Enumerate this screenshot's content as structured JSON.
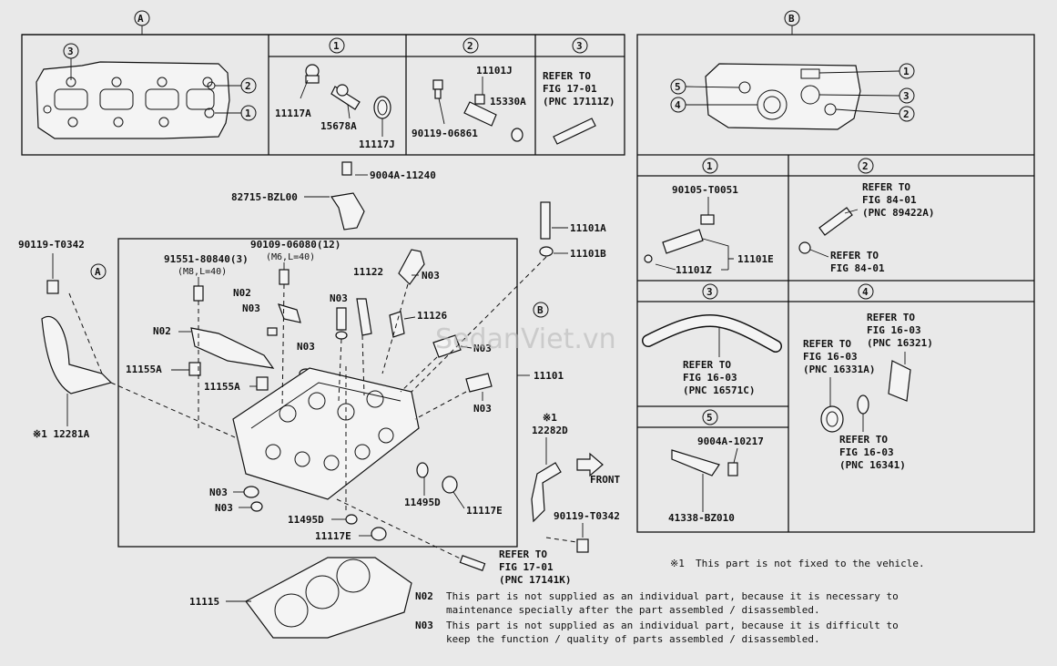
{
  "views": {
    "a": "A",
    "b": "B"
  },
  "callouts": {
    "c1": "1",
    "c2": "2",
    "c3": "3",
    "c4": "4",
    "c5": "5"
  },
  "panel_a1": {
    "p1": "11117A",
    "p2": "15678A",
    "p3": "11117J"
  },
  "panel_a2": {
    "p1": "11101J",
    "p2": "15330A",
    "p3": "90119-06861"
  },
  "panel_a3": {
    "l1": "REFER TO",
    "l2": "FIG 17-01",
    "l3": "(PNC 17111Z)"
  },
  "panel_b1": {
    "p1": "90105-T0051",
    "p2": "11101Z",
    "p3": "11101E"
  },
  "panel_b2": {
    "l1": "REFER TO",
    "l2": "FIG 84-01",
    "l3": "(PNC 89422A)",
    "l4": "REFER TO",
    "l5": "FIG 84-01"
  },
  "panel_b3": {
    "l1": "REFER TO",
    "l2": "FIG 16-03",
    "l3": "(PNC 16571C)"
  },
  "panel_b4": {
    "l1": "REFER TO",
    "l2": "FIG 16-03",
    "l3": "(PNC 16321)",
    "l4": "REFER TO",
    "l5": "FIG 16-03",
    "l6": "(PNC 16331A)",
    "l7": "REFER TO",
    "l8": "FIG 16-03",
    "l9": "(PNC 16341)"
  },
  "panel_b5": {
    "p1": "9004A-10217",
    "p2": "41338-BZ010"
  },
  "main": {
    "p_9004a_11240": "9004A-11240",
    "p_82715": "82715-BZL00",
    "p_90119_t0342_l": "90119-T0342",
    "p_91551": "91551-80840(3)",
    "p_91551_spec": "(M8,L=40)",
    "p_90109": "90109-06080(12)",
    "p_90109_spec": "(M6,L=40)",
    "p_11122": "11122",
    "p_n03": "N03",
    "p_n02": "N02",
    "p_11126": "11126",
    "p_11101a": "11101A",
    "p_11101b": "11101B",
    "p_11101": "11101",
    "p_11155a": "11155A",
    "p_12281a": "※1 12281A",
    "p_12282d_mark": "※1",
    "p_12282d": "12282D",
    "p_front": "FRONT",
    "p_11495d": "11495D",
    "p_11117e": "11117E",
    "p_90119_t0342_r": "90119-T0342",
    "p_refer1": "REFER TO",
    "p_refer2": "FIG 17-01",
    "p_refer3": "(PNC 17141K)",
    "p_11115": "11115"
  },
  "notes": {
    "n1_mark": "※1",
    "n1": "This part is not fixed to the vehicle.",
    "n02_mark": "N02",
    "n02_l1": "This part is not supplied as an individual part, because it is necessary to",
    "n02_l2": "maintenance specially after the part assembled / disassembled.",
    "n03_mark": "N03",
    "n03_l1": "This part is not supplied as an individual part, because it is difficult to",
    "n03_l2": "keep the function / quality of parts assembled / disassembled."
  },
  "watermark": "SedanViet.vn"
}
